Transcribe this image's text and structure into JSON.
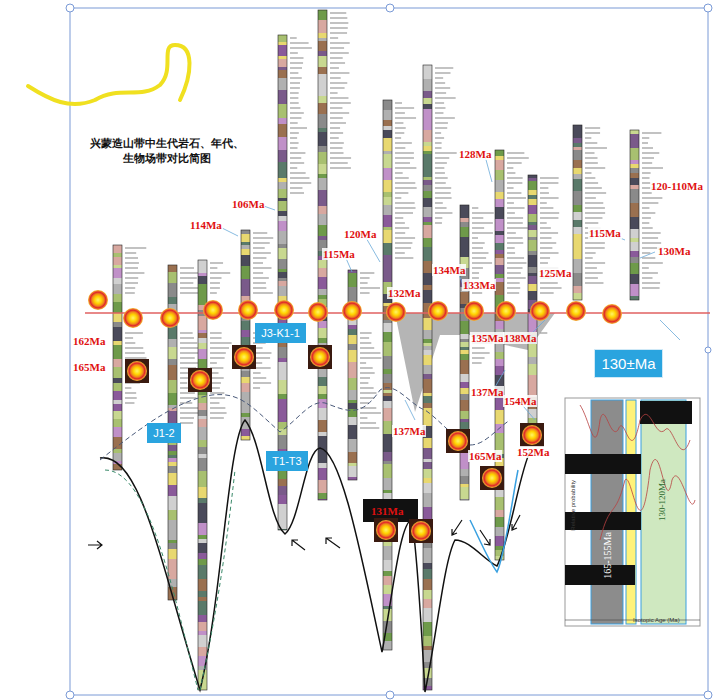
{
  "diagram": {
    "title": "兴蒙造山带中生代岩石、年代、 生物场带对比简图",
    "nodes": [
      {
        "text": [
          "J3-K1-1"
        ]
      },
      {
        "text": [
          "J1-2"
        ]
      },
      {
        "text": [
          "T1-T3"
        ]
      },
      {
        "text": [
          "130±Ma"
        ]
      }
    ],
    "labels": [
      "162Ma",
      "165Ma",
      "114Ma",
      "106Ma",
      "120Ma",
      "115Ma",
      "132Ma",
      "134Ma",
      "128Ma",
      "133Ma",
      "135Ma",
      "138Ma",
      "137Ma",
      "154Ma",
      "137Ma",
      "165Ma",
      "152Ma",
      "131Ma",
      "125Ma",
      "115Ma",
      "120-110Ma",
      "130Ma",
      "165-155Ma",
      "130-120Ma",
      "Relative probability",
      "Isotopic Age (Ma)"
    ]
  }
}
